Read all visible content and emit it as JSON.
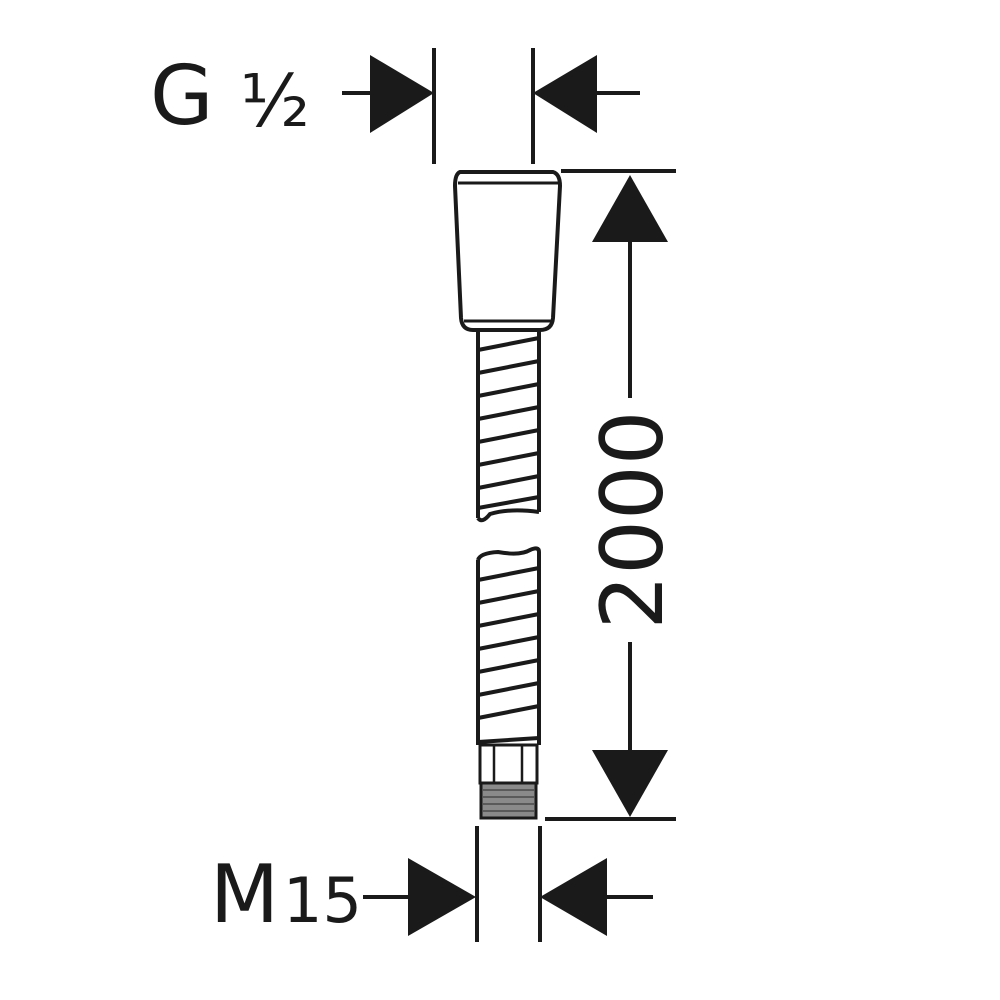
{
  "diagram": {
    "type": "technical-drawing",
    "subject": "shower hose",
    "colors": {
      "line": "#1a1a1a",
      "background": "#ffffff",
      "thread": "#8a8a8a"
    },
    "dimensions": {
      "top_connection": {
        "label_main": "G",
        "label_fraction": "½"
      },
      "bottom_connection": {
        "label_main": "M",
        "label_number": "15"
      },
      "length": {
        "value": "2000"
      }
    }
  }
}
